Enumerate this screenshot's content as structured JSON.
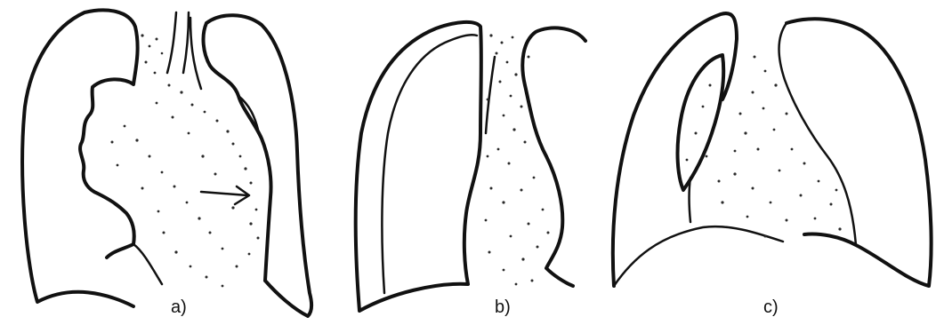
{
  "figure": {
    "panels": [
      {
        "id": "a",
        "label": "a)"
      },
      {
        "id": "b",
        "label": "b)"
      },
      {
        "id": "c",
        "label": "c)"
      }
    ],
    "colors": {
      "ink": "#111111",
      "background": "#ffffff"
    },
    "icons": {
      "arrow": "arrow-right-icon"
    }
  }
}
